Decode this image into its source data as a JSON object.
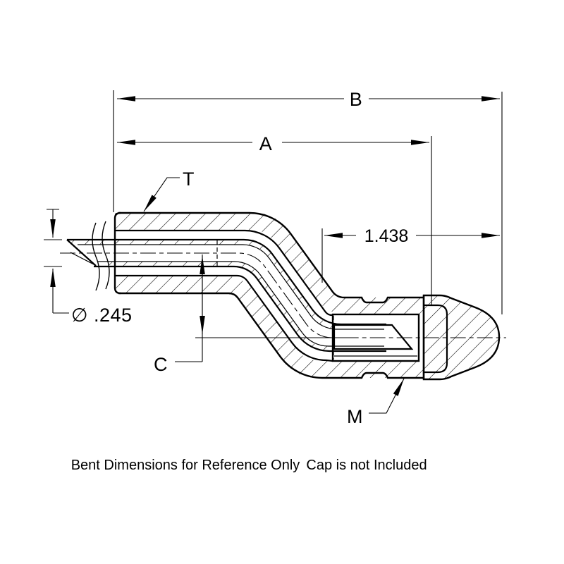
{
  "drawing": {
    "labels": {
      "overall_length": "B",
      "length_to_bend": "A",
      "tubing": "T",
      "bend_offset": "C",
      "cap_marking": "M"
    },
    "dimensions": {
      "hub_length": "1.438",
      "needle_diameter": "∅ .245"
    },
    "notes": {
      "left": "Bent Dimensions for Reference Only",
      "right": "Cap is not Included"
    },
    "colors": {
      "line": "#000000",
      "background": "#ffffff"
    }
  }
}
